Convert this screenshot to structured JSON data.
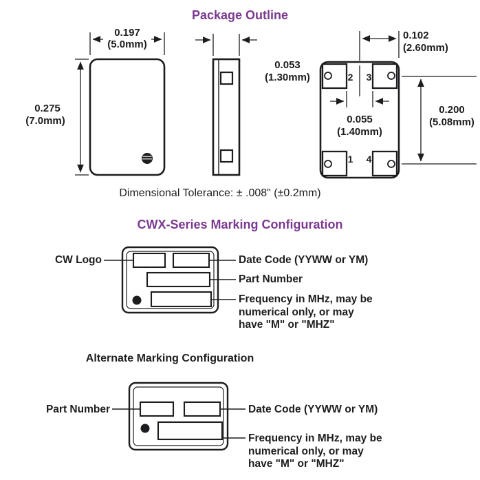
{
  "page": {
    "accent": "#7b3990",
    "ink": "#1d1d1f"
  },
  "package_outline": {
    "title": "Package Outline",
    "tolerance": "Dimensional Tolerance: ± .008\" (±0.2mm)",
    "top_view": {
      "width_in": "0.197",
      "width_mm": "(5.0mm)",
      "height_in": "0.275",
      "height_mm": "(7.0mm)"
    },
    "side_view": {
      "thickness_in": "0.053",
      "thickness_mm": "(1.30mm)"
    },
    "bottom_view": {
      "pad_width_in": "0.102",
      "pad_width_mm": "(2.60mm)",
      "pad_gap_in": "0.055",
      "pad_gap_mm": "(1.40mm)",
      "pad_pitch_in": "0.200",
      "pad_pitch_mm": "(5.08mm)",
      "pins": {
        "bottom_left": "1",
        "top_left": "2",
        "top_right": "3",
        "bottom_right": "4"
      }
    }
  },
  "marking": {
    "title": "CWX-Series Marking Configuration",
    "cw_logo": "CW Logo",
    "date_code": "Date Code (YYWW or YM)",
    "part_number": "Part Number",
    "frequency_lines": [
      "Frequency in MHz, may be",
      "numerical only, or may",
      "have \"M\" or \"MHZ\""
    ]
  },
  "alt_marking": {
    "title": "Alternate Marking Configuration",
    "part_number": "Part Number",
    "date_code": "Date Code (YYWW or YM)",
    "frequency_lines": [
      "Frequency in MHz, may be",
      "numerical only, or may",
      "have \"M\" or \"MHZ\""
    ]
  }
}
